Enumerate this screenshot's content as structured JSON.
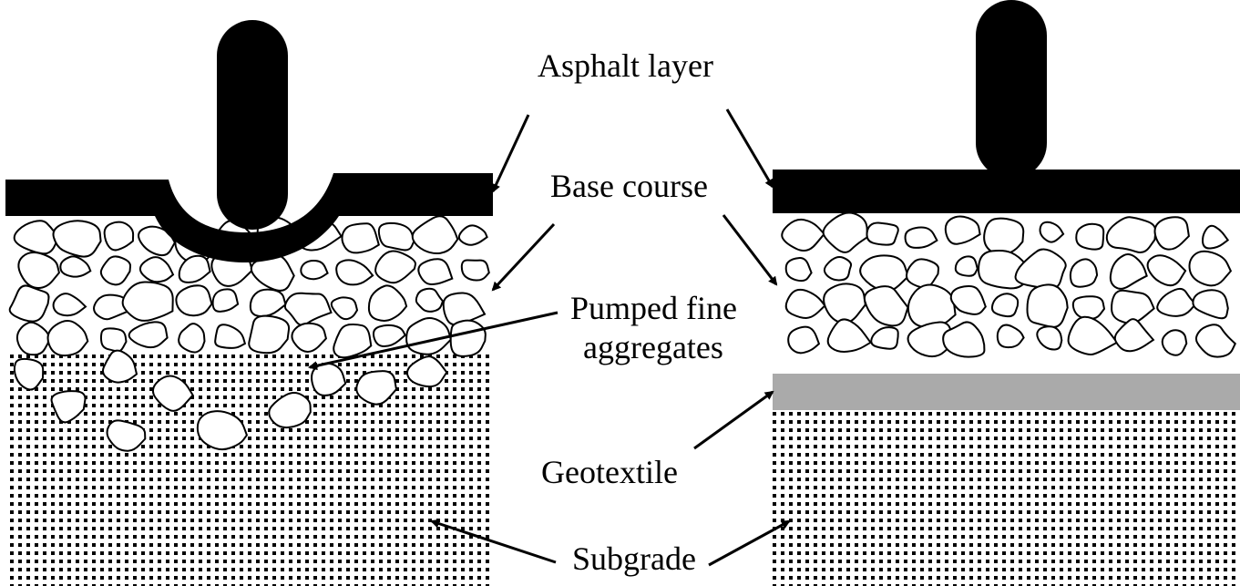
{
  "labels": {
    "asphalt_layer": "Asphalt layer",
    "base_course": "Base course",
    "pumped_fine_line1": "Pumped fine",
    "pumped_fine_line2": "aggregates",
    "geotextile": "Geotextile",
    "subgrade": "Subgrade"
  },
  "colors": {
    "asphalt": "#000000",
    "geotextile": "#aaaaaa",
    "subgrade_dots": "#000000",
    "background": "#ffffff"
  }
}
